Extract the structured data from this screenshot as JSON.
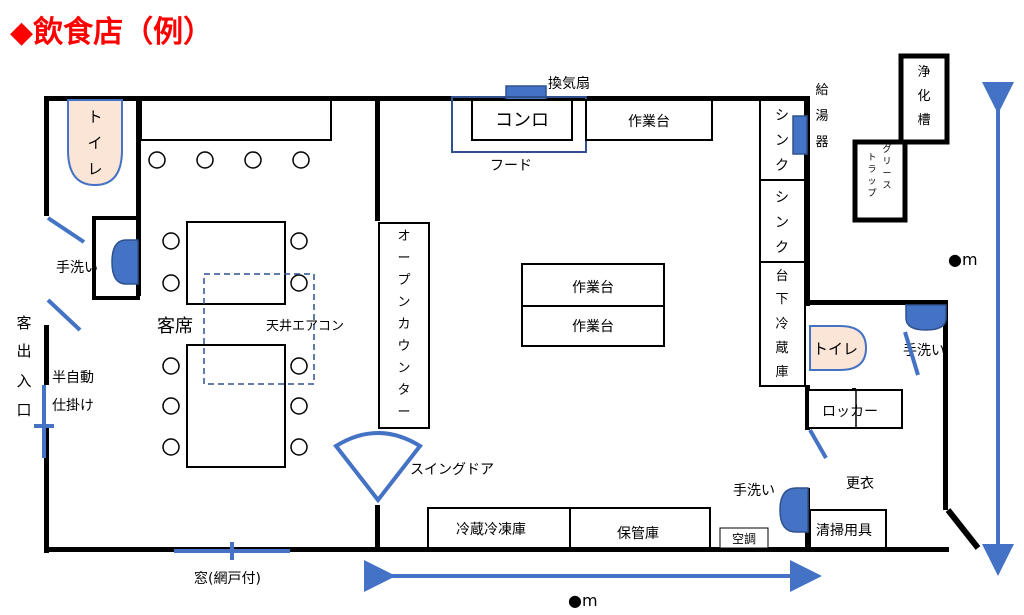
{
  "title": "◆飲食店（例）",
  "labels": {
    "ventilation_fan": "換気扇",
    "stove": "コンロ",
    "hood": "フード",
    "work_table_top": "作業台",
    "work_table_center_1": "作業台",
    "work_table_center_2": "作業台",
    "water_heater": "給湯器",
    "septic_tank": "浄化槽",
    "grease_trap": "グリーストラップ",
    "sink_1": "シンク",
    "sink_2": "シンク",
    "under_counter_fridge": "台下冷蔵庫",
    "open_counter": "オープンカウンター",
    "toilet_left": "トイレ",
    "toilet_right": "トイレ",
    "handwash_left": "手洗い",
    "handwash_right": "手洗い",
    "handwash_bottom": "手洗い",
    "customer_seats": "客席",
    "ceiling_ac": "天井エアコン",
    "customer_entrance": "客出入口",
    "semi_auto_1": "半自動",
    "semi_auto_2": "仕掛け",
    "swing_door": "スイングドア",
    "fridge_freezer": "冷蔵冷凍庫",
    "storage": "保管庫",
    "air_conditioner": "空調",
    "cleaning_tools": "清掃用具",
    "locker": "ロッカー",
    "changing_room": "更衣",
    "window": "窓(網戸付)",
    "width_dim": "●m",
    "height_dim": "●m"
  },
  "colors": {
    "title": "#ff0000",
    "equipment_blue": "#4472c4",
    "toilet_fill": "#fbe5d6",
    "walls": "#000000"
  }
}
